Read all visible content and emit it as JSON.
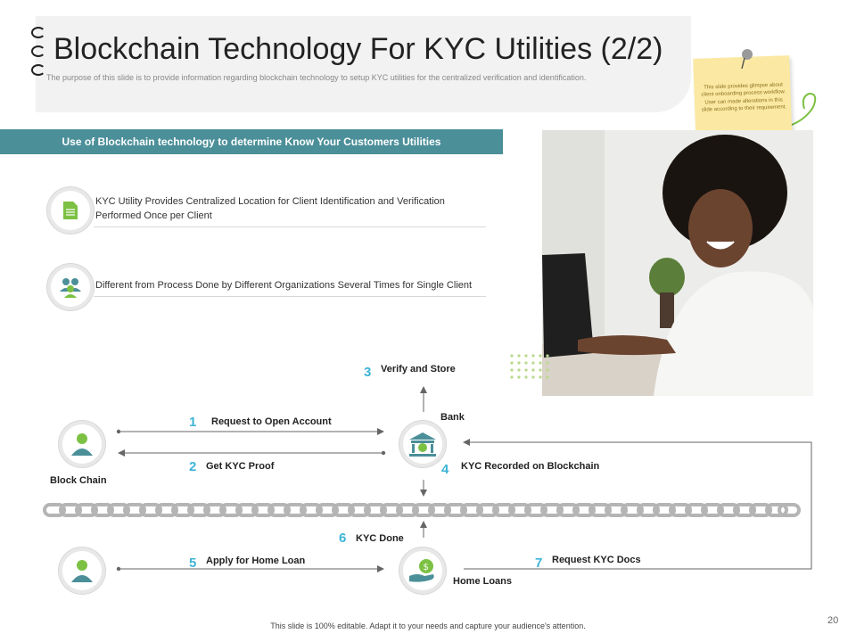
{
  "header": {
    "title": "Blockchain Technology For KYC Utilities (2/2)",
    "subtitle": "The purpose of this slide is to provide information regarding blockchain technology to setup KYC utilities  for the centralized verification and identification."
  },
  "note": {
    "text": "This slide provides glimpse about client onboarding process workflow. User can made alterations in this slide according to their requirement."
  },
  "banner": {
    "text": "Use of Blockchain technology to determine Know Your Customers Utilities"
  },
  "bullets": [
    {
      "line1": "KYC Utility Provides  Centralized  Location for Client Identification and Verification",
      "line2": "Performed  Once per Client",
      "icon": "document-icon"
    },
    {
      "line1": "Different  from Process  Done by Different  Organizations Several  Times for Single Client",
      "line2": "",
      "icon": "people-icon"
    }
  ],
  "diagram": {
    "nodes": {
      "blockchain": "Block Chain",
      "bank": "Bank",
      "home_loans": "Home Loans"
    },
    "steps": [
      {
        "num": "1",
        "label": "Request to Open Account"
      },
      {
        "num": "2",
        "label": "Get KYC Proof"
      },
      {
        "num": "3",
        "label": "Verify and Store"
      },
      {
        "num": "4",
        "label": "KYC Recorded on Blockchain"
      },
      {
        "num": "5",
        "label": "Apply for Home Loan"
      },
      {
        "num": "6",
        "label": "KYC Done"
      },
      {
        "num": "7",
        "label": "Request KYC Docs"
      }
    ]
  },
  "colors": {
    "accent": "#4b8f99",
    "step_number": "#3db4d6",
    "icon_green": "#7cc143"
  },
  "footer": {
    "text": "This slide is 100% editable. Adapt it to your needs and capture your audience's attention.",
    "page": "20"
  }
}
